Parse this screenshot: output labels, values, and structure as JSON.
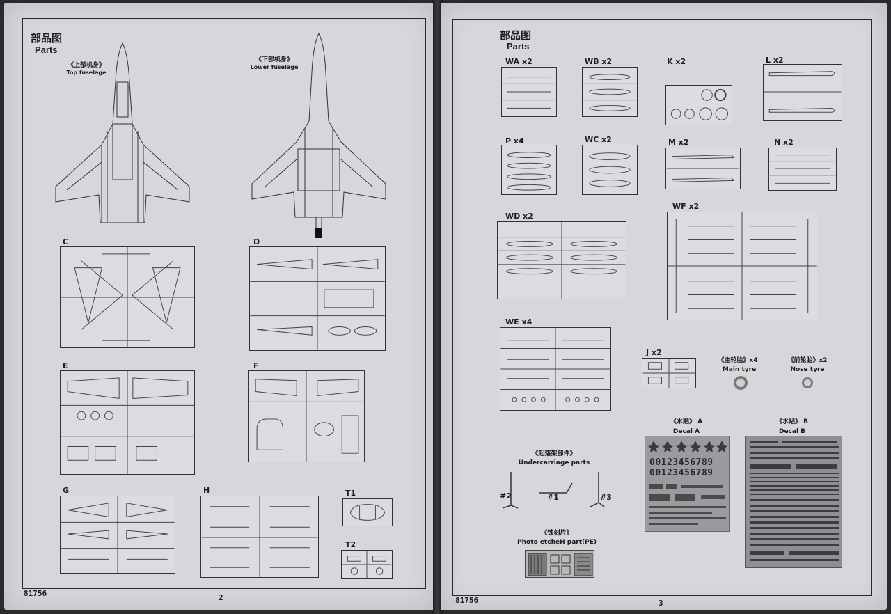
{
  "left_page": {
    "heading_cn": "部品图",
    "heading_en": "Parts",
    "top_fuselage_cn": "《上部机身》",
    "top_fuselage_en": "Top fuselage",
    "lower_fuselage_cn": "《下部机身》",
    "lower_fuselage_en": "Lower fuselage",
    "sprues": [
      "C",
      "D",
      "E",
      "F",
      "G",
      "H",
      "T1",
      "T2"
    ],
    "kit_number": "81756",
    "page_number": "2"
  },
  "right_page": {
    "heading_cn": "部品图",
    "heading_en": "Parts",
    "sprues": [
      "WA x2",
      "WB x2",
      "K x2",
      "L x2",
      "P x4",
      "WC x2",
      "M x2",
      "N x2",
      "WD x2",
      "WF x2",
      "WE x4",
      "J x2"
    ],
    "main_tyre_cn": "《主轮胎》",
    "main_tyre_qty": "x4",
    "main_tyre_en": "Main tyre",
    "nose_tyre_cn": "《前轮胎》",
    "nose_tyre_qty": "x2",
    "nose_tyre_en": "Nose tyre",
    "undercarriage_cn": "《起落架部件》",
    "undercarriage_en": "Undercarriage parts",
    "gear_labels": [
      "#2",
      "#1",
      "#3"
    ],
    "pe_cn": "《蚀刻片》",
    "pe_en": "Photo etcheH part(PE)",
    "decal_a_cn": "《水贴》",
    "decal_a_letter": "A",
    "decal_a_en": "Decal A",
    "decal_b_cn": "《水贴》",
    "decal_b_letter": "B",
    "decal_b_en": "Decal B",
    "decal_a_numbers": [
      "00123456789",
      "00123456789"
    ],
    "kit_number": "81756",
    "page_number": "3"
  }
}
